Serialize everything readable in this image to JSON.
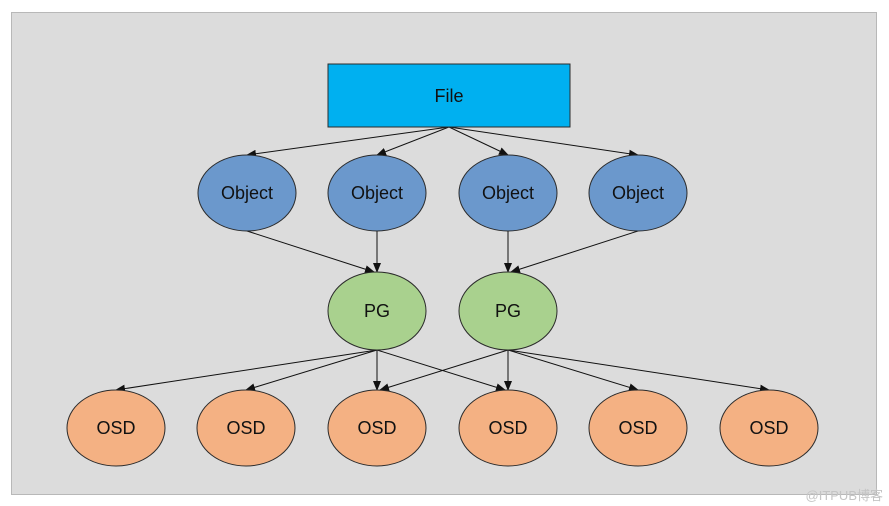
{
  "diagram": {
    "file_label": "File",
    "object_labels": [
      "Object",
      "Object",
      "Object",
      "Object"
    ],
    "pg_labels": [
      "PG",
      "PG"
    ],
    "osd_labels": [
      "OSD",
      "OSD",
      "OSD",
      "OSD",
      "OSD",
      "OSD"
    ]
  },
  "colors": {
    "file_fill": "#00b0f0",
    "object_fill": "#6b98cc",
    "pg_fill": "#a9d18e",
    "osd_fill": "#f4b183",
    "outline": "#2b2b2b"
  },
  "watermark": "@ITPUB博客"
}
